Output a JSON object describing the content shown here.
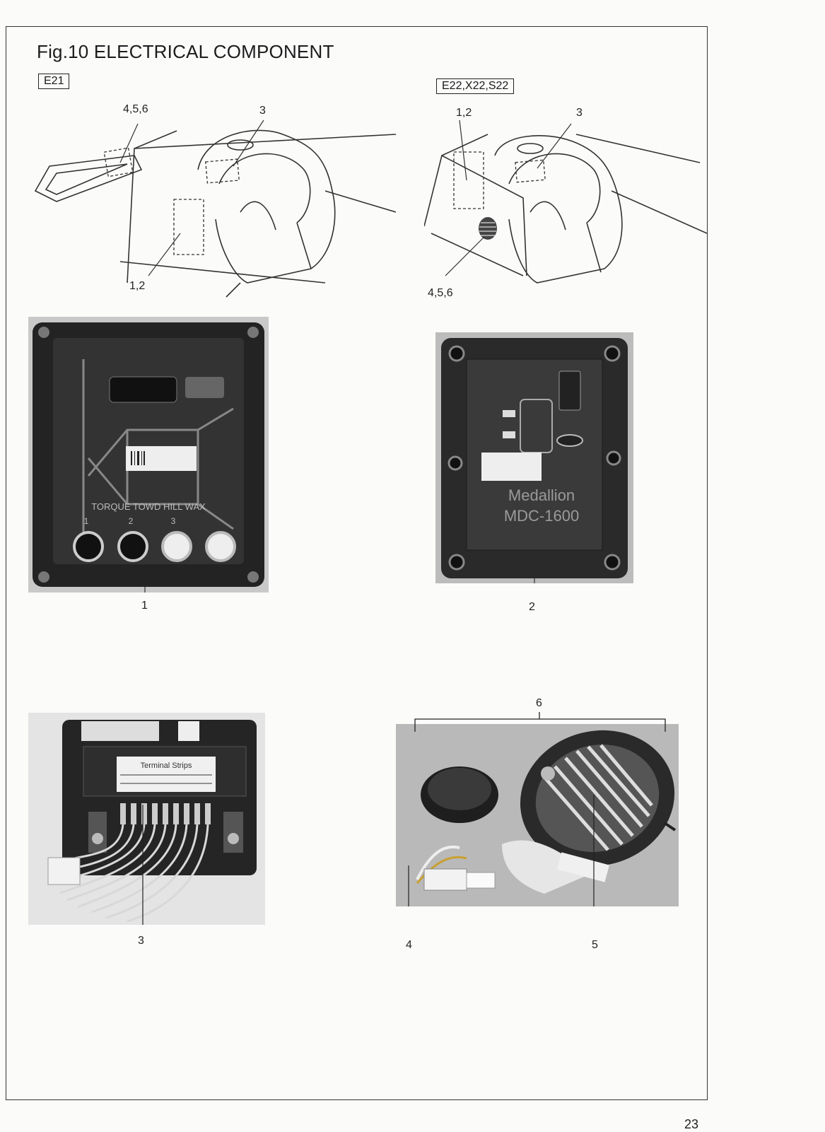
{
  "page": {
    "title": "Fig.10 ELECTRICAL COMPONENT",
    "page_number": "23"
  },
  "left_diagram": {
    "model": "E21",
    "callouts": {
      "horn": "4,5,6",
      "solenoid": "3",
      "controller": "1,2"
    }
  },
  "right_diagram": {
    "model": "E22,X22,S22",
    "callouts": {
      "controller": "1,2",
      "solenoid": "3",
      "horn": "4,5,6"
    }
  },
  "photo1": {
    "callout": "1",
    "markings": "TORQUE TOWD HILL WAX",
    "ports": [
      "1",
      "2",
      "3"
    ]
  },
  "photo2": {
    "callout": "2",
    "brand": "Medallion",
    "model": "MDC-1600"
  },
  "photo3": {
    "callout": "3",
    "label": "Terminal Strips"
  },
  "photo4": {
    "callout_left": "4",
    "callout_right": "5",
    "callout_top": "6"
  },
  "colors": {
    "line": "#222222",
    "photo_dark": "#2a2a2a",
    "photo_bg": "#bdbdbd"
  }
}
